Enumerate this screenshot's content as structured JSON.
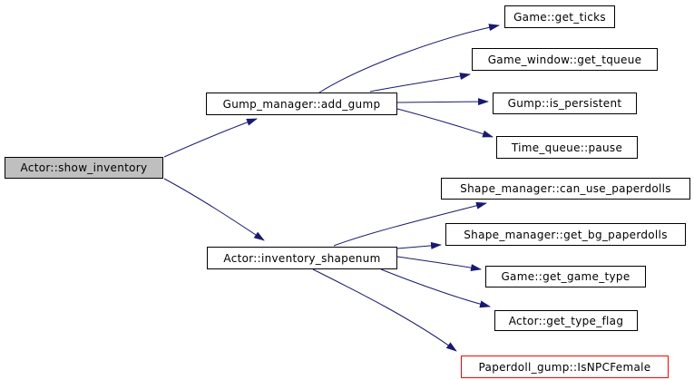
{
  "diagram": {
    "type": "call-graph",
    "colors": {
      "background": "#ffffff",
      "edge": "#191970",
      "node_border": "#000000",
      "node_fill": "#ffffff",
      "highlight_fill": "#bfbfbf",
      "special_border": "#ff0000",
      "text": "#000000"
    },
    "nodes": [
      {
        "id": "show_inventory",
        "label": "Actor::show_inventory",
        "highlighted": true
      },
      {
        "id": "add_gump",
        "label": "Gump_manager::add_gump"
      },
      {
        "id": "inventory_shapenum",
        "label": "Actor::inventory_shapenum"
      },
      {
        "id": "get_ticks",
        "label": "Game::get_ticks"
      },
      {
        "id": "get_tqueue",
        "label": "Game_window::get_tqueue"
      },
      {
        "id": "is_persistent",
        "label": "Gump::is_persistent"
      },
      {
        "id": "pause",
        "label": "Time_queue::pause"
      },
      {
        "id": "can_use_paperdolls",
        "label": "Shape_manager::can_use_paperdolls"
      },
      {
        "id": "get_bg_paperdolls",
        "label": "Shape_manager::get_bg_paperdolls"
      },
      {
        "id": "get_game_type",
        "label": "Game::get_game_type"
      },
      {
        "id": "get_type_flag",
        "label": "Actor::get_type_flag"
      },
      {
        "id": "IsNPCFemale",
        "label": "Paperdoll_gump::IsNPCFemale",
        "special": true
      }
    ],
    "edges": [
      {
        "from": "show_inventory",
        "to": "add_gump"
      },
      {
        "from": "show_inventory",
        "to": "inventory_shapenum"
      },
      {
        "from": "add_gump",
        "to": "get_ticks"
      },
      {
        "from": "add_gump",
        "to": "get_tqueue"
      },
      {
        "from": "add_gump",
        "to": "is_persistent"
      },
      {
        "from": "add_gump",
        "to": "pause"
      },
      {
        "from": "inventory_shapenum",
        "to": "can_use_paperdolls"
      },
      {
        "from": "inventory_shapenum",
        "to": "get_bg_paperdolls"
      },
      {
        "from": "inventory_shapenum",
        "to": "get_game_type"
      },
      {
        "from": "inventory_shapenum",
        "to": "get_type_flag"
      },
      {
        "from": "inventory_shapenum",
        "to": "IsNPCFemale"
      }
    ]
  }
}
